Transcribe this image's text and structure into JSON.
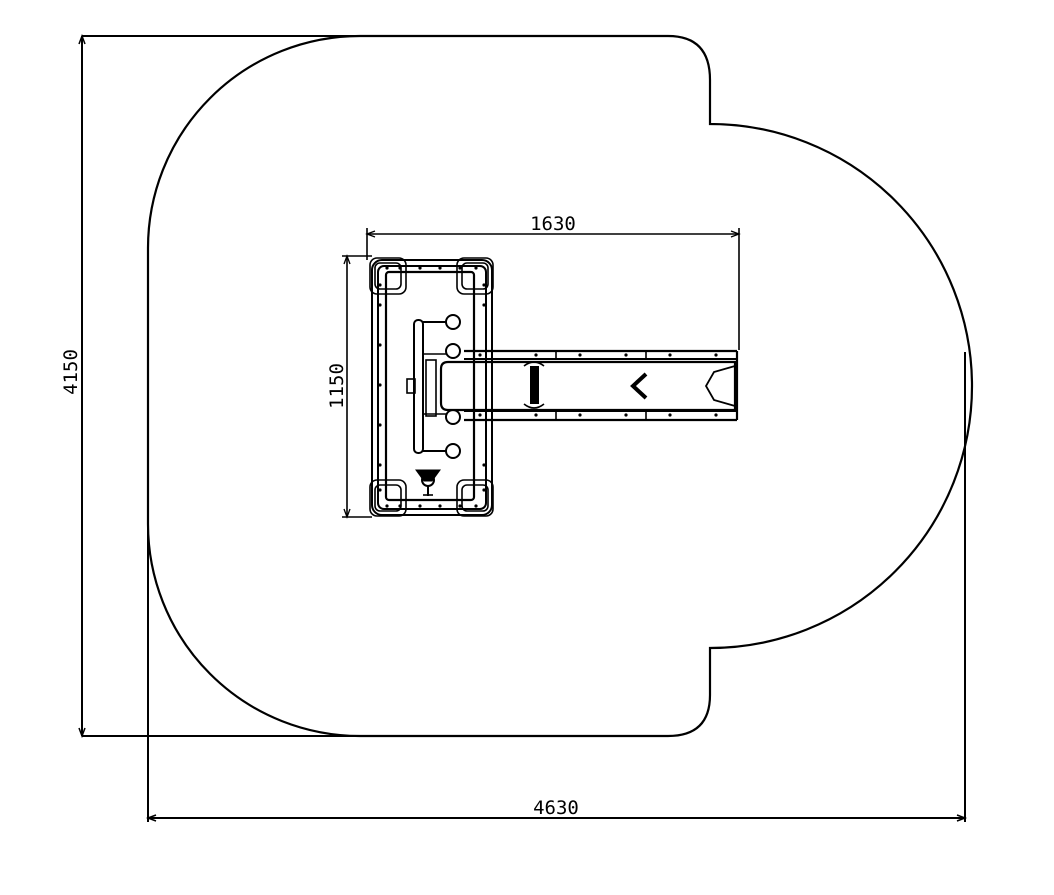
{
  "drawing": {
    "dimensions": {
      "overall_width": "4630",
      "overall_height": "4150",
      "equipment_width": "1630",
      "equipment_height": "1150"
    },
    "colors": {
      "line": "#000000",
      "background": "#ffffff"
    }
  }
}
